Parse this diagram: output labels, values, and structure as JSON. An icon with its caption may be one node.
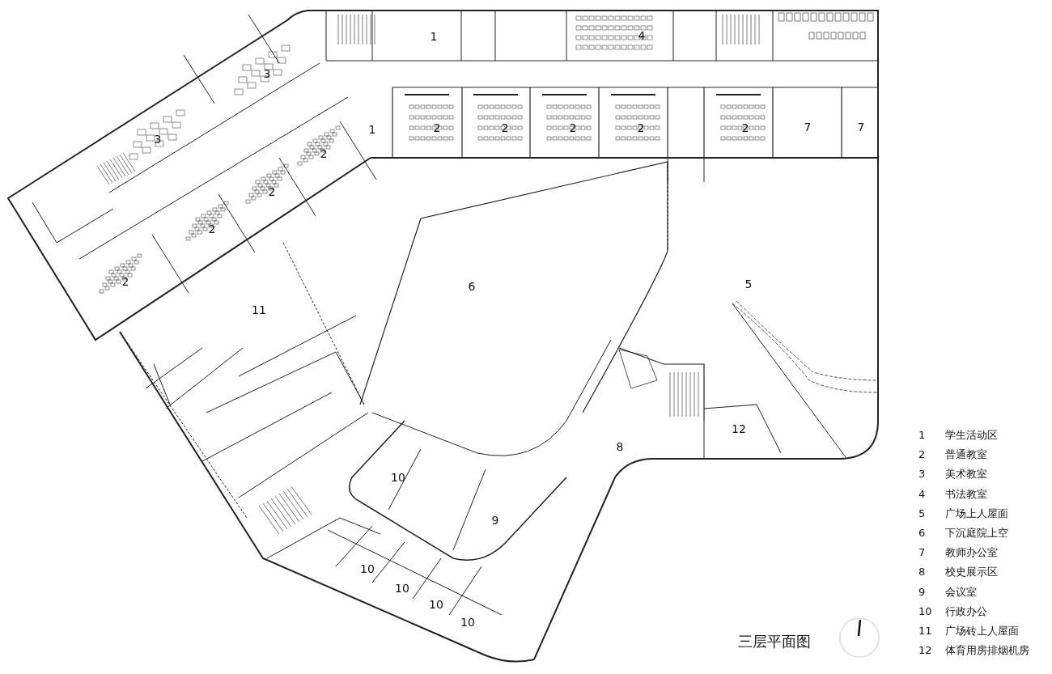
{
  "diagram": {
    "title": "三层平面图",
    "labels": [
      "1",
      "4",
      "3",
      "1",
      "2",
      "2",
      "2",
      "2",
      "2",
      "7",
      "7",
      "3",
      "2",
      "2",
      "2",
      "2",
      "6",
      "5",
      "11",
      "12",
      "8",
      "10",
      "9",
      "10",
      "10",
      "10",
      "10",
      "1",
      "学生活动区",
      "2",
      "普通教室",
      "3",
      "美术教室",
      "4",
      "书法教室",
      "5",
      "广场上人屋面",
      "6",
      "下沉庭院上空",
      "7",
      "教师办公室",
      "8",
      "校史展示区",
      "9",
      "会议室",
      "10",
      "行政办公",
      "11",
      "广场砖上人屋面",
      "12",
      "体育用房排烟机房"
    ]
  }
}
